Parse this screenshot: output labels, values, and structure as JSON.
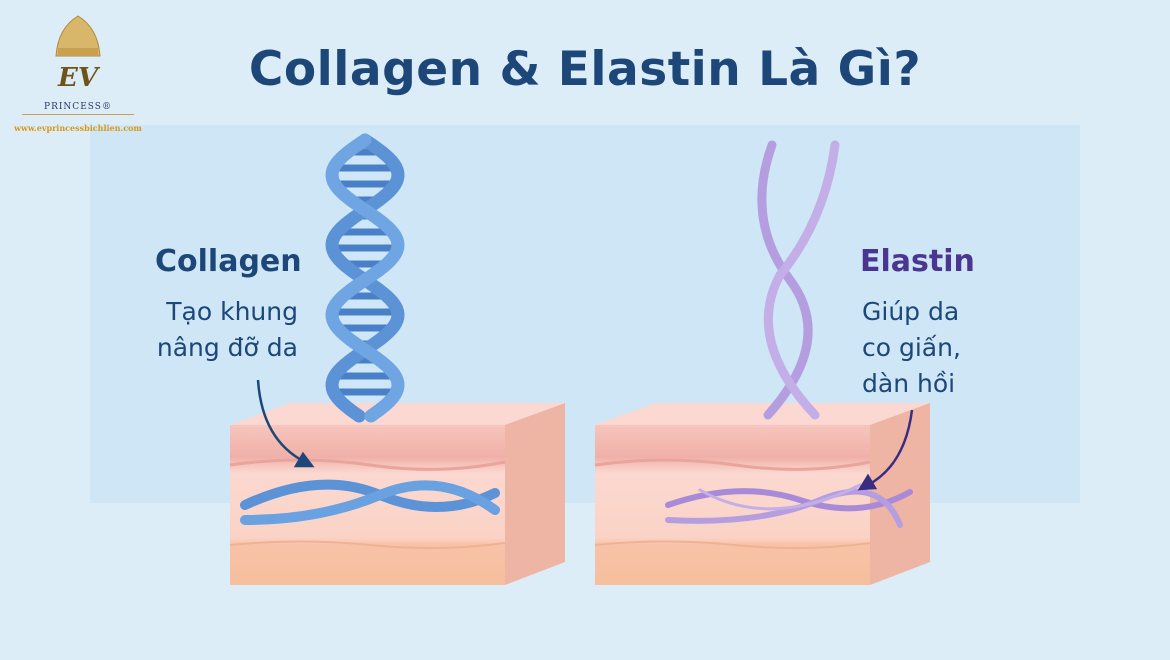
{
  "title": "Collagen & Elastin Là Gì?",
  "logo": {
    "monogram": "EV",
    "brand": "PRINCESS®",
    "url": "www.evprincessbichlien.com"
  },
  "collagen": {
    "label": "Collagen",
    "lines": [
      "Tạo khung",
      "nâng đỡ da"
    ],
    "color": "#5b93d6"
  },
  "elastin": {
    "label": "Elastin",
    "lines": [
      "Giúp da",
      "co giấn,",
      "dàn hồi"
    ],
    "color": "#b59ee0"
  }
}
